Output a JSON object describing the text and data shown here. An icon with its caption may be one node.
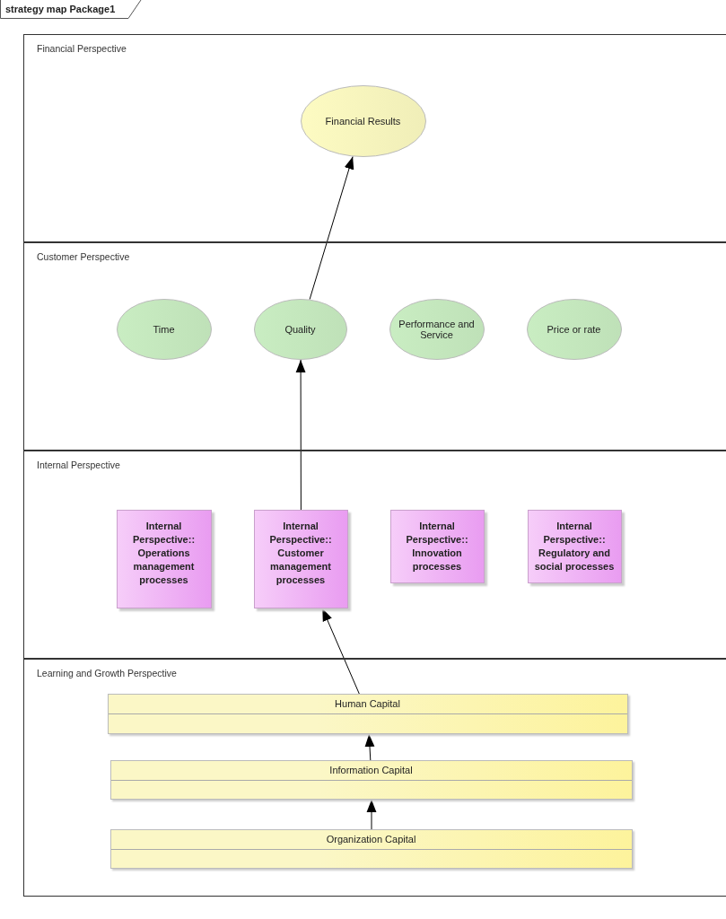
{
  "diagram": {
    "title": "strategy map Package1",
    "nodes": [
      {
        "text": [
          "Financial Perspective"
        ]
      },
      {
        "text": [
          "Financial Results"
        ],
        "in": 0
      },
      {
        "text": [
          "Customer Perspective"
        ]
      },
      {
        "text": [
          "Time"
        ],
        "in": 2
      },
      {
        "text": [
          "Quality"
        ],
        "in": 2
      },
      {
        "text": [
          "Performance and Service"
        ],
        "in": 2
      },
      {
        "text": [
          "Price or rate"
        ],
        "in": 2
      },
      {
        "text": [
          "Internal Perspective"
        ]
      },
      {
        "text": [
          "Internal Perspective:: Operations management processes"
        ],
        "in": 7
      },
      {
        "text": [
          "Internal Perspective:: Customer management processes"
        ],
        "in": 7
      },
      {
        "text": [
          "Internal Perspective:: Innovation processes"
        ],
        "in": 7
      },
      {
        "text": [
          "Internal Perspective:: Regulatory and social processes"
        ],
        "in": 7
      },
      {
        "text": [
          "Learning and Growth Perspective"
        ]
      },
      {
        "text": [
          "Human Capital"
        ],
        "in": 12
      },
      {
        "text": [
          "Information Capital"
        ],
        "in": 12
      },
      {
        "text": [
          "Organization Capital"
        ],
        "in": 12
      }
    ],
    "edges": [
      {
        "from": 4,
        "to": 1,
        "arrow": "to"
      },
      {
        "from": 9,
        "to": 4,
        "arrow": "to"
      },
      {
        "from": 13,
        "to": 9,
        "arrow": "to"
      },
      {
        "from": 14,
        "to": 13,
        "arrow": "to"
      },
      {
        "from": 15,
        "to": 14,
        "arrow": "to"
      }
    ]
  }
}
